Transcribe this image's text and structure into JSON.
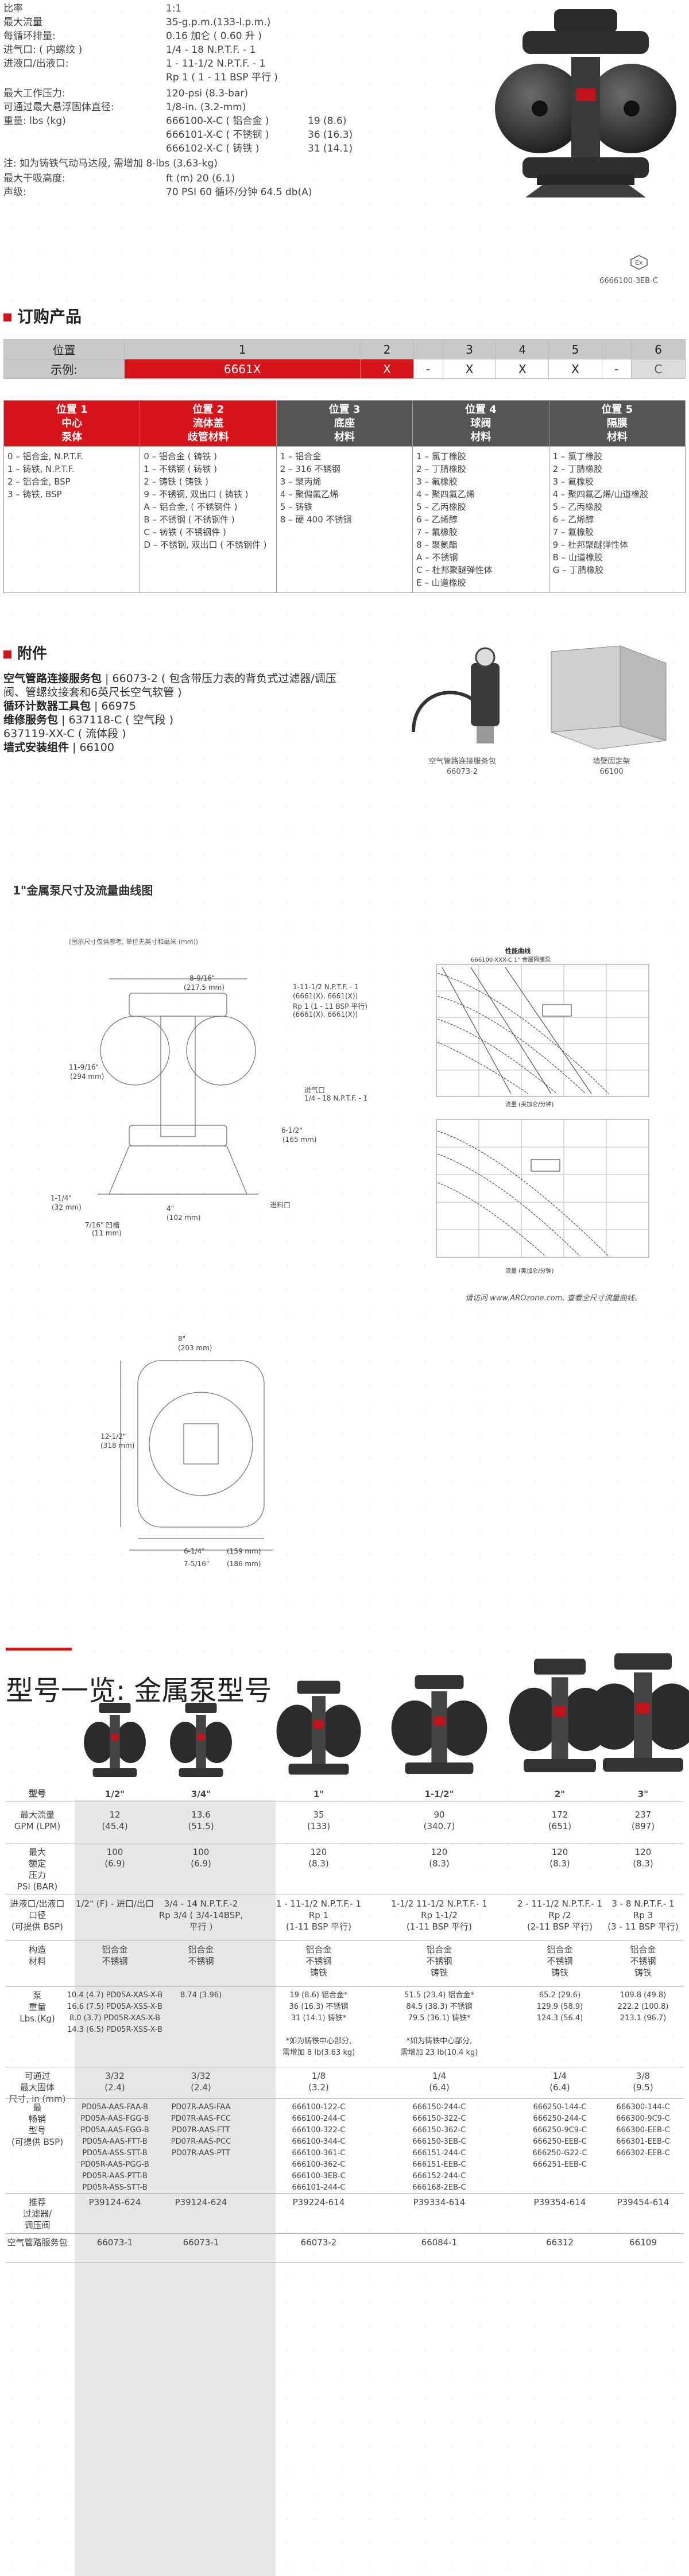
{
  "specs": [
    {
      "label": "比率",
      "value": "1:1"
    },
    {
      "label": "最大流量",
      "value": "35-g.p.m.(133-l.p.m.)"
    },
    {
      "label": "每循环排量:",
      "value": "0.16 加仑 ( 0.60 升 )"
    },
    {
      "label": "进气口: ( 内螺纹 )",
      "value": "1/4 - 18 N.P.T.F. - 1"
    },
    {
      "label": "进液口/出液口:",
      "value": "1 - 11-1/2 N.P.T.F. - 1"
    },
    {
      "label": "",
      "value": "Rp 1 ( 1 - 11 BSP 平行 )"
    },
    {
      "label": "最大工作压力:",
      "value": "120-psi (8.3-bar)"
    },
    {
      "label": "可通过最大悬浮固体直径:",
      "value": "1/8-in. (3.2-mm)"
    },
    {
      "label": "重量: lbs (kg)",
      "value": "666100-X-C ( 铝合金 )",
      "extra": "19 (8.6)"
    },
    {
      "label": "",
      "value": "666101-X-C ( 不锈钢 )",
      "extra": "36 (16.3)"
    },
    {
      "label": "",
      "value": "666102-X-C ( 铸铁 )",
      "extra": "31 (14.1)"
    },
    {
      "label": "注: 如为铸铁气动马达段, 需增加 8-lbs (3.63-kg)",
      "value": ""
    },
    {
      "label": "最大干吸高度:",
      "value": "ft (m) 20 (6.1)"
    },
    {
      "label": "声级:",
      "value": "70 PSI   60 循环/分钟   64.5 db(A)"
    }
  ],
  "pump_caption": "6666100-3EB-C",
  "ordering": {
    "title": "订购产品",
    "row_position_label": "位置",
    "positions": [
      "1",
      "2",
      "",
      "3",
      "4",
      "5",
      "",
      "6"
    ],
    "row_example_label": "示例:",
    "example": [
      "6661X",
      "X",
      "-",
      "X",
      "X",
      "X",
      "-",
      "C"
    ],
    "columns": [
      {
        "title": "位置 1",
        "sub1": "中心",
        "sub2": "泵体",
        "items": [
          "0 – 铝合金, N.P.T.F.",
          "1 – 铸铁, N.P.T.F.",
          "2 – 铝合金, BSP",
          "3 – 铸铁, BSP"
        ]
      },
      {
        "title": "位置 2",
        "sub1": "流体盖",
        "sub2": "歧管材料",
        "items": [
          "0 – 铝合金 ( 铸铁 )",
          "1 – 不锈钢 ( 铸铁 )",
          "2 – 铸铁 ( 铸铁 )",
          "9 – 不锈钢, 双出口 ( 铸铁 )",
          "A – 铝合金, ( 不锈钢件 )",
          "B – 不锈钢 ( 不锈钢件 )",
          "C – 铸铁 ( 不锈钢件 )",
          "D – 不锈钢, 双出口 ( 不锈钢件 )"
        ]
      },
      {
        "title": "位置 3",
        "sub1": "底座",
        "sub2": "材料",
        "items": [
          "1 – 铝合金",
          "2 – 316 不锈钢",
          "3 – 聚丙烯",
          "4 – 聚偏氟乙烯",
          "5 – 铸铁",
          "8 – 硬 400 不锈钢"
        ]
      },
      {
        "title": "位置 4",
        "sub1": "球阀",
        "sub2": "材料",
        "items": [
          "1 – 氯丁橡胶",
          "2 – 丁腈橡胶",
          "3 – 氟橡胶",
          "4 – 聚四氟乙烯",
          "5 – 乙丙橡胶",
          "6 – 乙烯醇",
          "7 – 氟橡胶",
          "8 – 聚氨酯",
          "A – 不锈钢",
          "C – 杜邦聚醚弹性体",
          "E – 山道橡胶"
        ]
      },
      {
        "title": "位置 5",
        "sub1": "隔膜",
        "sub2": "材料",
        "items": [
          "1 – 氯丁橡胶",
          "2 – 丁腈橡胶",
          "3 – 氟橡胶",
          "4 – 聚四氟乙烯/山道橡胶",
          "5 – 乙丙橡胶",
          "6 – 乙烯醇",
          "7 – 氟橡胶",
          "9 – 杜邦聚醚弹性体",
          "B – 山道橡胶",
          "G – 丁腈橡胶"
        ]
      }
    ]
  },
  "accessories": {
    "title": "附件",
    "lines": [
      {
        "bold": "空气管路连接服务包",
        "text": " | 66073-2 ( 包含带压力表的背负式过滤器/调压"
      },
      {
        "bold": "",
        "text": "阀、管螺纹接套和6英尺长空气软管 )"
      },
      {
        "bold": "循环计数器工具包",
        "text": " | 66975"
      },
      {
        "bold": "维修服务包",
        "text": " | 637118-C ( 空气段 )"
      },
      {
        "bold": "",
        "text": "              637119-XX-C ( 流体段 )"
      },
      {
        "bold": "墙式安装组件",
        "text": " | 66100"
      }
    ],
    "img1_caption1": "空气管路连接服务包",
    "img1_caption2": "66073-2",
    "img2_caption1": "墙壁固定架",
    "img2_caption2": "66100"
  },
  "dims": {
    "title": "1\"金属泵尺寸及流量曲线图",
    "note": "(图示尺寸仅供参考, 单位无英寸和毫米 (mm))",
    "labels": {
      "w1": "8-9/16\"",
      "w1mm": "(217.5 mm)",
      "h1": "11-9/16\"",
      "h1mm": "(294 mm)",
      "h2": "1-1/4\"",
      "h2mm": "(32 mm)",
      "w2": "7/16\" 凹槽",
      "w2mm": "(11 mm)",
      "w3": "4\"",
      "w3mm": "(102 mm)",
      "h3": "6-1/2\"",
      "h3mm": "(165 mm)",
      "air": "进气口",
      "air2": "1/4 - 18 N.P.T.F. - 1",
      "inlet": "进料口",
      "out1": "1-11-1/2 N.P.T.F. - 1",
      "out2": "(6661(X), 6661(X))",
      "out3": "Rp 1 (1 - 11 BSP 平行)",
      "out4": "(6661(X), 6661(X))",
      "w4": "8\"",
      "w4mm": "(203 mm)",
      "h4": "12-1/2\"",
      "h4mm": "(318 mm)",
      "w5": "6-1/4\"",
      "w5mm": "(159 mm)",
      "w6": "7-5/16\"",
      "w6mm": "(186 mm)"
    },
    "chart_title1": "性能曲线",
    "chart_title2": "666100-XXX-C 1\" 金属隔膜泵",
    "chart_xlabel": "流量 (美加仑/分钟)",
    "chart_note": "请访问 www.AROzone.com, 查看全尺寸流量曲线。"
  },
  "models": {
    "title": "型号一览: 金属泵型号",
    "sizes": [
      "1/2\"",
      "3/4\"",
      "1\"",
      "1-1/2\"",
      "2\"",
      "3\""
    ],
    "rows": [
      {
        "label": "最大流量\nGPM (LPM)",
        "cells": [
          "12\n(45.4)",
          "13.6\n(51.5)",
          "35\n(133)",
          "90\n(340.7)",
          "172\n(651)",
          "237\n(897)"
        ]
      },
      {
        "label": "最大\n额定\n压力\nPSI (BAR)",
        "cells": [
          "100\n(6.9)",
          "100\n(6.9)",
          "120\n(8.3)",
          "120\n(8.3)",
          "120\n(8.3)",
          "120\n(8.3)"
        ]
      },
      {
        "label": "进液口/出液口\n口径\n(可提供 BSP)",
        "cells": [
          "1/2\" (F) - 进口/出口",
          "3/4 - 14 N.P.T.F.-2\nRp 3/4 ( 3/4-14BSP,\n平行 )",
          "1 - 11-1/2 N.P.T.F.- 1\nRp 1\n(1-11 BSP 平行)",
          "1-1/2 11-1/2 N.P.T.F.- 1\nRp 1-1/2\n(1-11 BSP 平行)",
          "2 - 11-1/2 N.P.T.F.- 1\nRp /2\n(2-11 BSP 平行)",
          "3 - 8 N.P.T.F.- 1\nRp 3\n(3 - 11 BSP 平行)"
        ]
      },
      {
        "label": "构造\n材料",
        "cells": [
          "铝合金\n不锈钢",
          "铝合金\n不锈钢",
          "铝合金\n不锈钢\n铸铁",
          "铝合金\n不锈钢\n铸铁",
          "铝合金\n不锈钢\n铸铁",
          "铝合金\n不锈钢\n铸铁"
        ]
      },
      {
        "label": "泵\n重量\nLbs.(Kg)",
        "cells": [
          "10.4 (4.7) PD05A-XAS-X-B\n16.6 (7.5) PD05A-XSS-X-B\n8.0 (3.7) PD05R-XAS-X-B\n14.3 (6.5) PD05R-XSS-X-B",
          "8.74 (3.96)",
          "19 (8.6) 铝合金*\n36 (16.3) 不锈钢\n31 (14.1) 铸铁*\n\n*如为铸铁中心部分,\n需增加 8 lb(3.63 kg)",
          "51.5 (23.4) 铝合金*\n84.5 (38.3) 不锈钢\n79.5 (36.1) 铸铁*\n\n*如为铸铁中心部分,\n需增加 23 lb(10.4 kg)",
          "65.2 (29.6)\n129.9 (58.9)\n124.3 (56.4)",
          "109.8 (49.8)\n222.2 (100.8)\n213.1 (96.7)"
        ]
      },
      {
        "label": "可通过\n最大固体\n尺寸, in (mm)",
        "cells": [
          "3/32\n(2.4)",
          "3/32\n(2.4)",
          "1/8\n(3.2)",
          "1/4\n(6.4)",
          "1/4\n(6.4)",
          "3/8\n(9.5)"
        ]
      },
      {
        "label": "最\n畅销\n型号\n(可提供 BSP)",
        "cells": [
          "PD05A-AAS-FAA-B\nPD05A-AAS-FGG-B\nPD05A-AAS-FGG-B\nPD05A-AAS-FTT-B\nPD05A-ASS-STT-B\nPD05R-AAS-PGG-B\nPD05R-AAS-PTT-B\nPD05R-ASS-STT-B",
          "PD07R-AAS-FAA\nPD07R-AAS-FCC\nPD07R-AAS-FTT\nPD07R-AAS-PCC\nPD07R-AAS-PTT",
          "666100-122-C\n666100-244-C\n666100-322-C\n666100-344-C\n666100-361-C\n666100-362-C\n666100-3EB-C\n666101-244-C",
          "666150-244-C\n666150-322-C\n666150-362-C\n666150-3EB-C\n666151-244-C\n666151-EEB-C\n666152-244-C\n666168-2EB-C",
          "666250-144-C\n666250-244-C\n666250-9C9-C\n666250-EEB-C\n666250-G22-C\n666251-EEB-C",
          "666300-144-C\n666300-9C9-C\n666300-EEB-C\n666301-EEB-C\n666302-EEB-C"
        ]
      },
      {
        "label": "推荐\n过滤器/\n调压阀",
        "cells": [
          "P39124-624",
          "P39124-624",
          "P39224-614",
          "P39334-614",
          "P39354-614",
          "P39454-614"
        ]
      },
      {
        "label": "空气管路服务包",
        "cells": [
          "66073-1",
          "66073-1",
          "66073-2",
          "66084-1",
          "66312",
          "66109"
        ]
      }
    ]
  },
  "colors": {
    "accent": "#d7141a",
    "header_gray": "#c9c9c9",
    "dark": "#555555",
    "shade": "#e6e6e6"
  }
}
